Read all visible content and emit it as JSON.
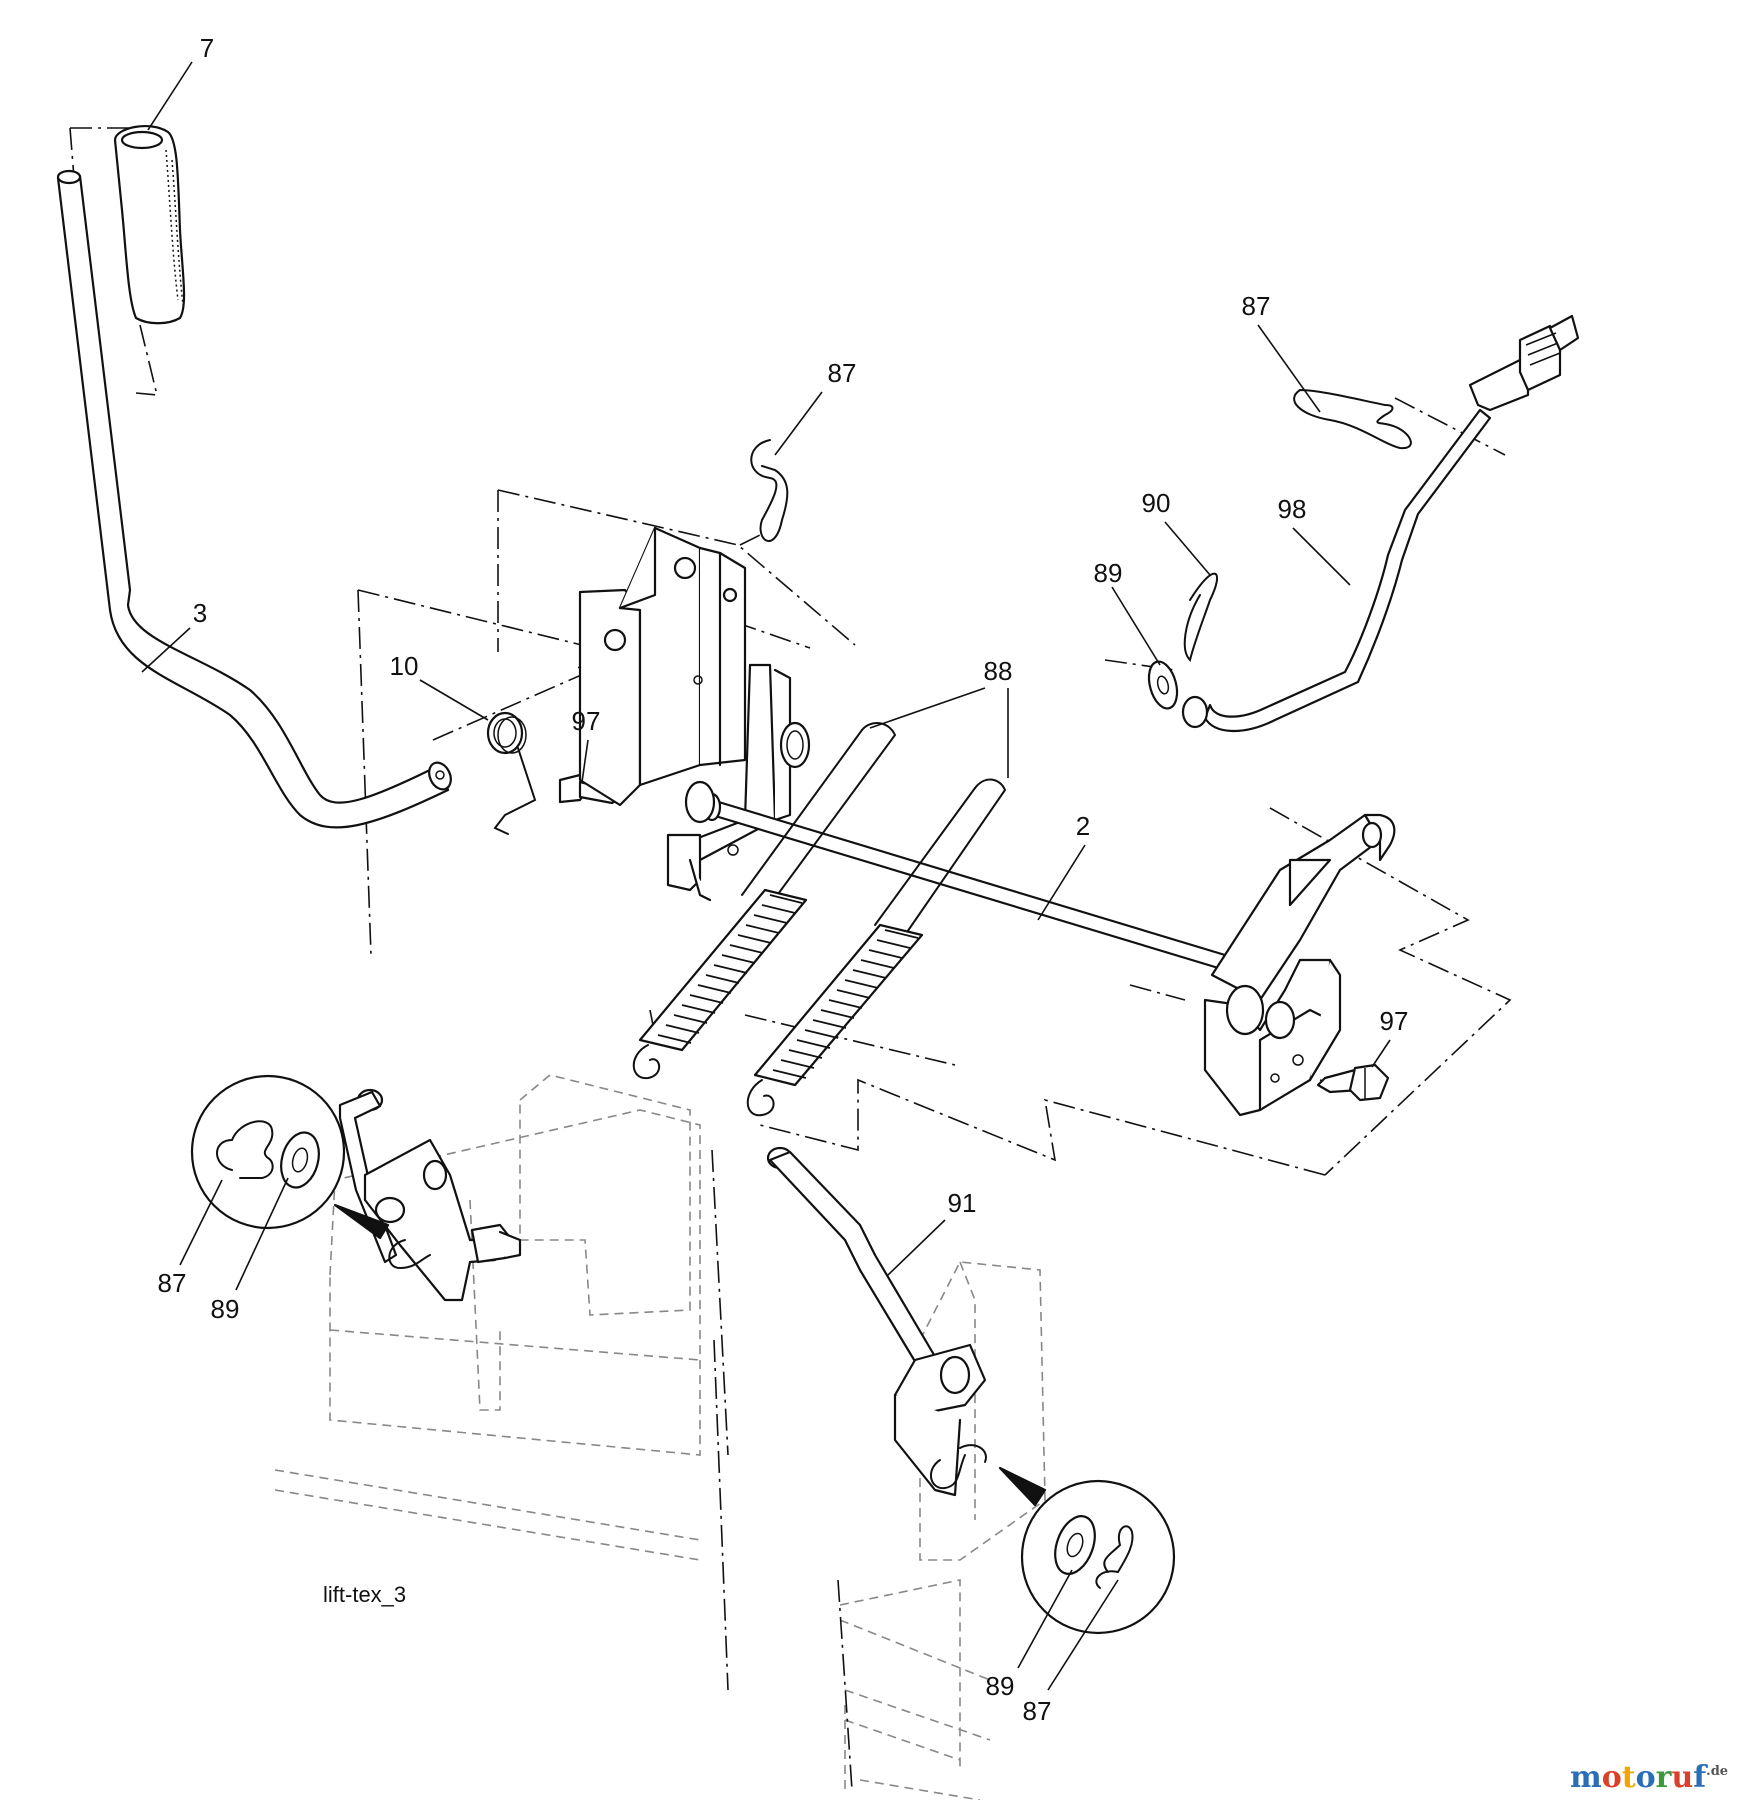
{
  "diagram": {
    "drawing_code": "lift-tex_3",
    "callouts": {
      "handle_grip": "7",
      "lift_lever": "3",
      "torsion_spring": "10",
      "bolt_left": "97",
      "clip_top": "87",
      "clip_right_top": "87",
      "clip_right_pin": "90",
      "washer_right": "89",
      "link_rod": "98",
      "assist_springs": "88",
      "lift_shaft": "2",
      "bolt_right": "97",
      "link_left_clip": "87",
      "link_left_washer": "89",
      "link_right": "91",
      "link_right_washer": "89",
      "link_right_clip": "87"
    },
    "watermark": {
      "letters": [
        "m",
        "o",
        "t",
        "o",
        "r",
        "u",
        "f"
      ],
      "suffix": ".de",
      "colors": [
        "#2a6fb5",
        "#d9412b",
        "#f0a500",
        "#2a6fb5",
        "#3c9a3c",
        "#d9412b",
        "#2a6fb5"
      ]
    }
  }
}
